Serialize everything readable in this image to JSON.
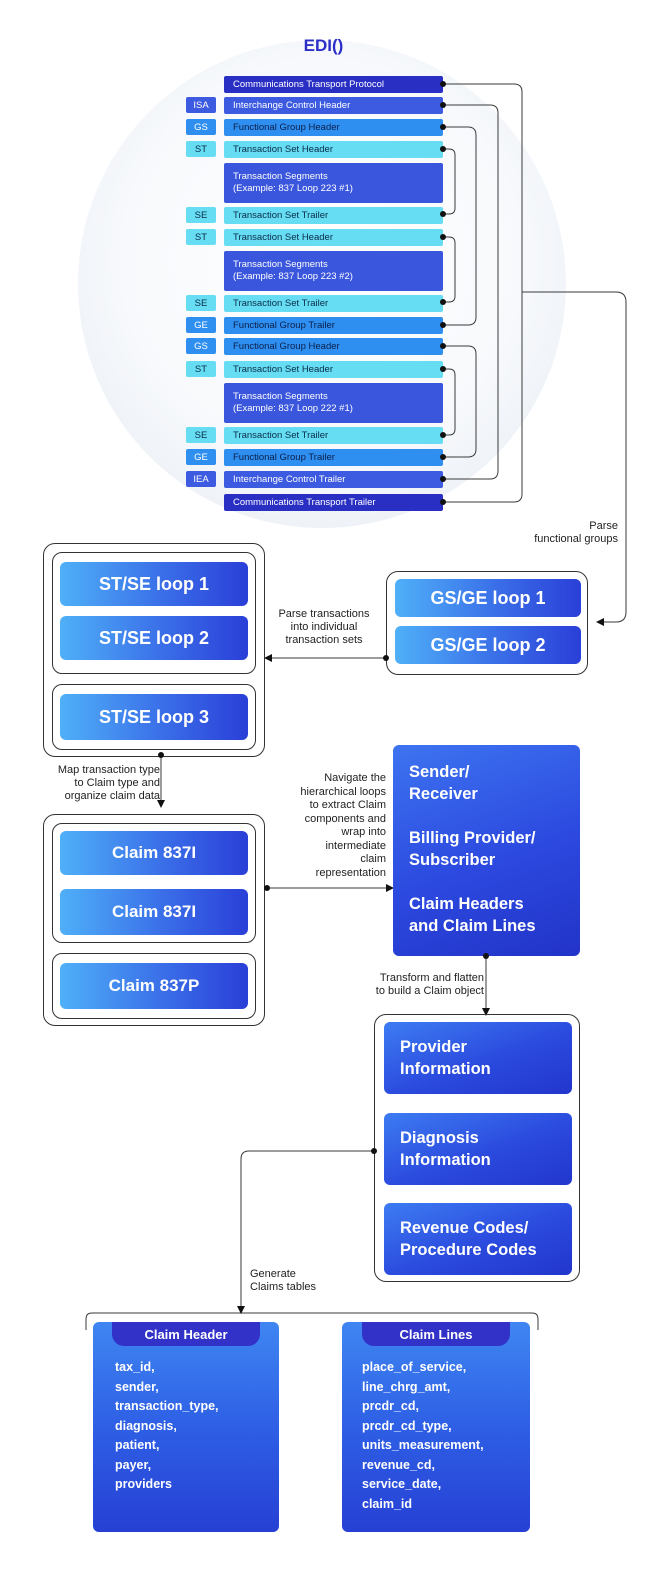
{
  "title": "EDI()",
  "envelope": {
    "rows": [
      {
        "tag": "",
        "label": "Communications Transport Protocol"
      },
      {
        "tag": "ISA",
        "label": "Interchange Control Header"
      },
      {
        "tag": "GS",
        "label": "Functional Group Header"
      },
      {
        "tag": "ST",
        "label": "Transaction Set Header"
      },
      {
        "tag": "",
        "label_line1": "Transaction Segments",
        "label_line2": "(Example: 837 Loop 223 #1)"
      },
      {
        "tag": "SE",
        "label": "Transaction Set Trailer"
      },
      {
        "tag": "ST",
        "label": "Transaction Set Header"
      },
      {
        "tag": "",
        "label_line1": "Transaction Segments",
        "label_line2": "(Example: 837 Loop 223 #2)"
      },
      {
        "tag": "SE",
        "label": "Transaction Set Trailer"
      },
      {
        "tag": "GE",
        "label": "Functional Group Trailer"
      },
      {
        "tag": "GS",
        "label": "Functional Group Header"
      },
      {
        "tag": "ST",
        "label": "Transaction Set Header"
      },
      {
        "tag": "",
        "label_line1": "Transaction Segments",
        "label_line2": "(Example: 837 Loop 222 #1)"
      },
      {
        "tag": "SE",
        "label": "Transaction Set Trailer"
      },
      {
        "tag": "GE",
        "label": "Functional Group Trailer"
      },
      {
        "tag": "IEA",
        "label": "Interchange Control Trailer"
      },
      {
        "tag": "",
        "label": "Communications Transport Trailer"
      }
    ]
  },
  "labels": {
    "parse_groups_1": "Parse",
    "parse_groups_2": "functional groups",
    "parse_tx_1": "Parse transactions",
    "parse_tx_2": "into individual",
    "parse_tx_3": "transaction sets",
    "map_1": "Map transaction type",
    "map_2": "to Claim type and",
    "map_3": "organize claim data",
    "nav_1": "Navigate the",
    "nav_2": "hierarchical loops",
    "nav_3": "to extract Claim",
    "nav_4": "components and",
    "nav_5": "wrap into",
    "nav_6": "intermediate",
    "nav_7": "claim",
    "nav_8": "representation",
    "transform_1": "Transform and flatten",
    "transform_2": "to build a Claim object",
    "generate_1": "Generate",
    "generate_2": "Claims tables"
  },
  "gs_loops": [
    "GS/GE loop 1",
    "GS/GE loop 2"
  ],
  "st_loops": [
    "ST/SE loop 1",
    "ST/SE loop 2",
    "ST/SE loop 3"
  ],
  "claims": [
    "Claim 837I",
    "Claim 837I",
    "Claim 837P"
  ],
  "intermediate": {
    "item1_line1": "Sender/",
    "item1_line2": "Receiver",
    "item2_line1": "Billing Provider/",
    "item2_line2": "Subscriber",
    "item3_line1": "Claim Headers",
    "item3_line2": "and Claim Lines"
  },
  "claim_object": [
    {
      "line1": "Provider",
      "line2": "Information"
    },
    {
      "line1": "Diagnosis",
      "line2": "Information"
    },
    {
      "line1": "Revenue Codes/",
      "line2": "Procedure Codes"
    }
  ],
  "tables": {
    "header": {
      "title": "Claim Header",
      "fields": [
        "tax_id,",
        "sender,",
        "transaction_type,",
        "diagnosis,",
        "patient,",
        "payer,",
        "providers"
      ]
    },
    "lines": {
      "title": "Claim Lines",
      "fields": [
        "place_of_service,",
        "line_chrg_amt,",
        "prcdr_cd,",
        "prcdr_cd_type,",
        "units_measurement,",
        "revenue_cd,",
        "service_date,",
        "claim_id"
      ]
    }
  },
  "colors": {
    "navy": "#2a2fc4",
    "indigo": "#3d5be0",
    "blue": "#2f8ff0",
    "cyan": "#66ddf2",
    "title": "#2b2fc7"
  }
}
